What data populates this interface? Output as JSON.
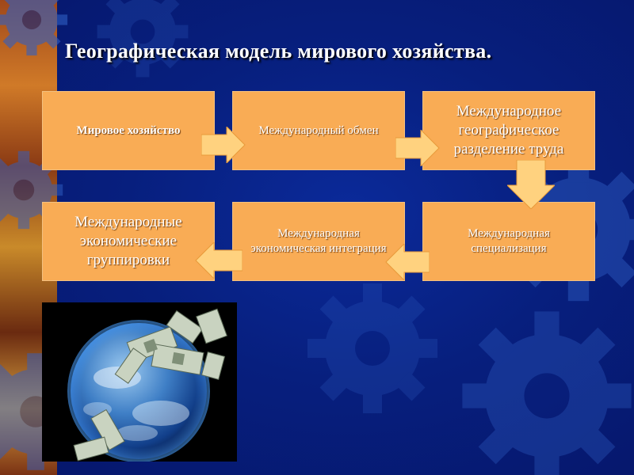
{
  "title": "Географическая модель мирового хозяйства.",
  "boxes": {
    "world_economy": "Мировое хозяйство",
    "international_exchange": "Международный обмен",
    "geographic_division_of_labor": "Международное географическое разделение труда",
    "specialization": "Международная специализация",
    "economic_integration": "Международная экономическая интеграция",
    "economic_groupings": "Международные экономические группировки"
  },
  "colors": {
    "box_fill": "#f9ac55",
    "background": "#071f7e",
    "title": "#ffffff"
  },
  "image": {
    "icon": "globe-with-dollar-bills"
  }
}
